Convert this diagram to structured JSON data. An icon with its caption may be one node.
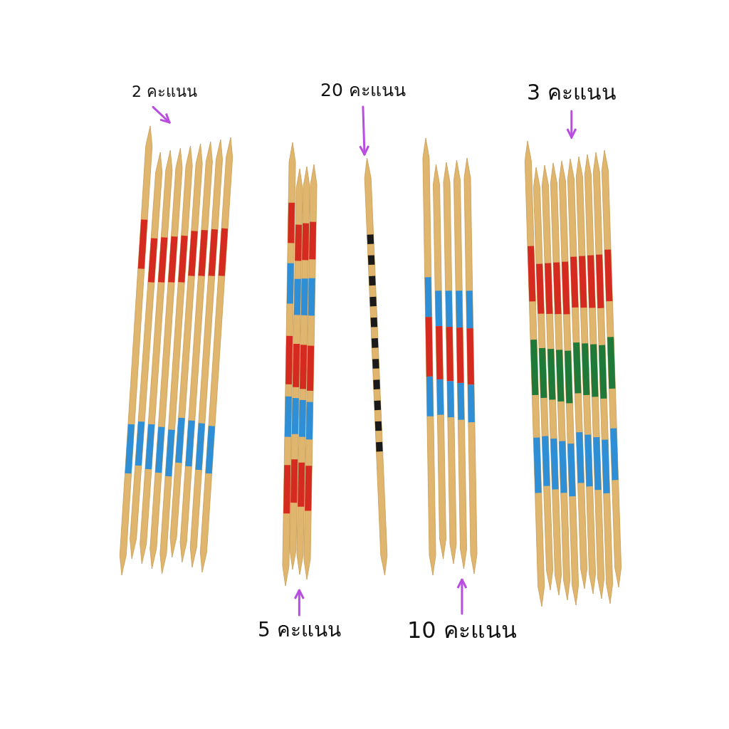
{
  "diagram": {
    "nodes": [
      {
        "text": [
          "2 คะแนน"
        ]
      },
      {
        "text": [
          "20 คะแนน"
        ]
      },
      {
        "text": [
          "3 คะแนน"
        ]
      },
      {
        "text": [],
        "shape": "picture"
      },
      {
        "text": [],
        "shape": "picture"
      },
      {
        "text": [],
        "shape": "picture"
      },
      {
        "text": [],
        "shape": "picture"
      },
      {
        "text": [],
        "shape": "picture"
      },
      {
        "text": [
          "5 คะแนน"
        ]
      },
      {
        "text": [
          "10 คะแนน"
        ]
      }
    ],
    "edges": [
      {
        "from": 0,
        "to": 3,
        "arrow": "to"
      },
      {
        "from": 1,
        "to": 5,
        "arrow": "to"
      },
      {
        "from": 2,
        "to": 7,
        "arrow": "to"
      },
      {
        "from": 8,
        "to": 4,
        "arrow": "to"
      },
      {
        "from": 9,
        "to": 6,
        "arrow": "to"
      }
    ]
  }
}
